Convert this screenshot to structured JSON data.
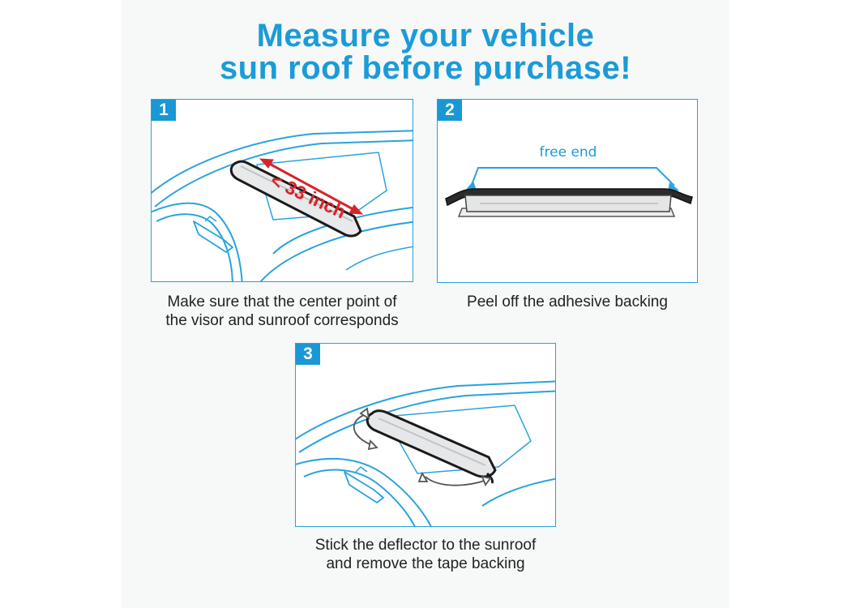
{
  "title": {
    "line1": "Measure your vehicle",
    "line2": "sun roof before purchase!"
  },
  "steps": [
    {
      "number": "1",
      "label": "< 33 inch",
      "caption_line1": "Make sure that the center point of",
      "caption_line2": "the visor and sunroof corresponds"
    },
    {
      "number": "2",
      "label": "free end",
      "caption_line1": "Peel off the adhesive backing",
      "caption_line2": ""
    },
    {
      "number": "3",
      "label": "",
      "caption_line1": "Stick the deflector to the sunroof",
      "caption_line2": "and remove the tape backing"
    }
  ],
  "colors": {
    "accent": "#1b9bd7",
    "measure_red": "#d9232a",
    "outline": "#28a2dc"
  },
  "icons": [
    "car-roof-illustration",
    "deflector-strip",
    "measure-arrow",
    "peel-arrow",
    "adjust-arrow"
  ]
}
